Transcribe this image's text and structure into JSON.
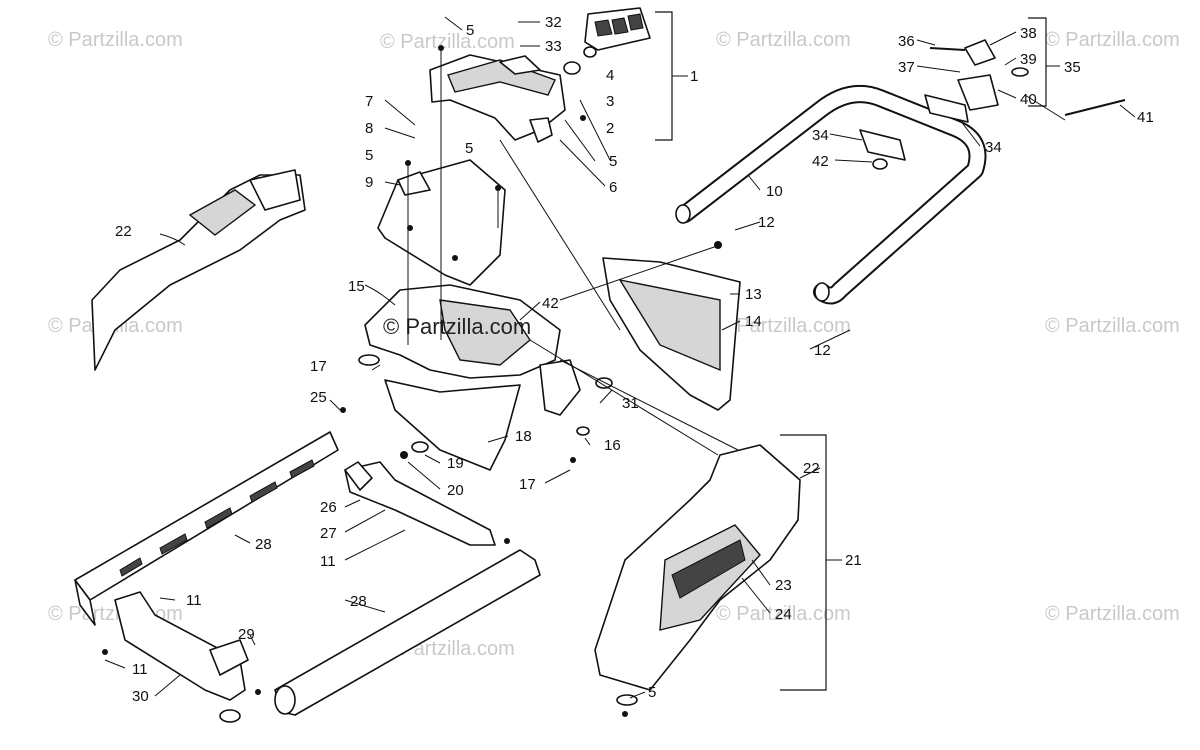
{
  "watermark": "© Partzilla.com",
  "center_watermark": "© Partzilla.com",
  "callouts": {
    "c1": "1",
    "c2": "2",
    "c3": "3",
    "c4": "4",
    "c5a": "5",
    "c5b": "5",
    "c5c": "5",
    "c5d": "5",
    "c5e": "5",
    "c6": "6",
    "c7": "7",
    "c8": "8",
    "c9": "9",
    "c10": "10",
    "c11a": "11",
    "c11b": "11",
    "c11c": "11",
    "c12a": "12",
    "c12b": "12",
    "c13": "13",
    "c14": "14",
    "c15": "15",
    "c16": "16",
    "c17a": "17",
    "c17b": "17",
    "c18": "18",
    "c19": "19",
    "c20": "20",
    "c21": "21",
    "c22a": "22",
    "c22b": "22",
    "c23": "23",
    "c24": "24",
    "c25": "25",
    "c26": "26",
    "c27": "27",
    "c28a": "28",
    "c28b": "28",
    "c29": "29",
    "c30": "30",
    "c31": "31",
    "c32": "32",
    "c33": "33",
    "c34a": "34",
    "c34b": "34",
    "c35": "35",
    "c36": "36",
    "c37": "37",
    "c38": "38",
    "c39": "39",
    "c40": "40",
    "c41": "41",
    "c42a": "42",
    "c42b": "42"
  }
}
